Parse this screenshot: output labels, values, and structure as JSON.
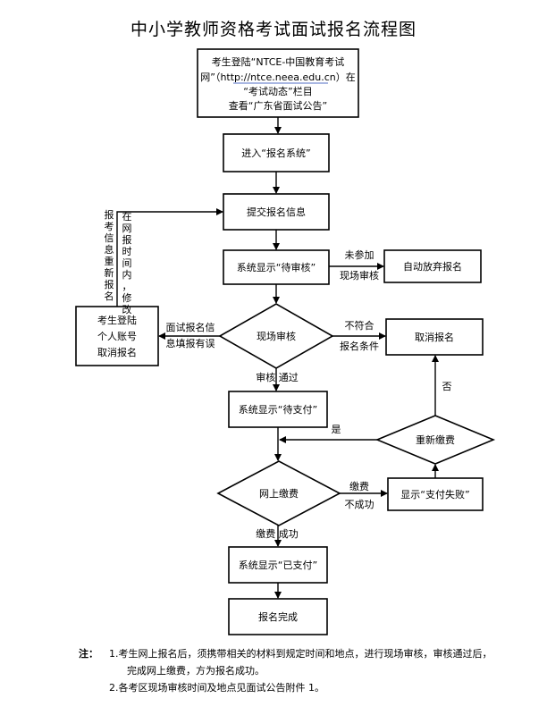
{
  "title": "中小学教师资格考试面试报名流程图",
  "nodes": {
    "login_portal": [
      "考生登陆“NTCE-中国教育考试",
      "网”（http://ntce.neea.edu.cn）在",
      "“考试动态”栏目",
      "查看“广东省面试公告”"
    ],
    "portal_url": "http://ntce.neea.edu.cn",
    "enter_system": "进入“报名系统”",
    "submit_info": "提交报名信息",
    "pending_review": "系统显示“待审核”",
    "auto_abandon": "自动放弃报名",
    "site_review": "现场审核",
    "cancel_reg": "取消报名",
    "cancel_account": [
      "考生登陆",
      "个人账号",
      "取消报名"
    ],
    "pending_pay": "系统显示“待支付”",
    "repay": "重新缴费",
    "online_pay": "网上缴费",
    "pay_fail": "显示“支付失败”",
    "paid": "系统显示“已支付”",
    "done": "报名完成"
  },
  "edges": {
    "not_attend": [
      "未参加",
      "现场审核"
    ],
    "not_qualify": [
      "不符合",
      "报名条件"
    ],
    "info_error": [
      "面试报名信",
      "息填报有误"
    ],
    "review_pass": "审核  通过",
    "retry_yes": "是",
    "retry_no": "否",
    "pay_failed": [
      "缴费",
      "不成功"
    ],
    "pay_success": "缴费  成功",
    "modify_left": [
      "报",
      "考",
      "信",
      "息",
      "重",
      "新",
      "报",
      "名"
    ],
    "modify_right": [
      "在",
      "网",
      "报",
      "时",
      "间",
      "内",
      "，",
      "修",
      "改"
    ]
  },
  "notes": {
    "label": "注：",
    "item1_line1": "1.考生网上报名后，须携带相关的材料到规定时间和地点，进行现场审核，审核通过后，",
    "item1_line2": "完成网上缴费，方为报名成功。",
    "item2": "2.各考区现场审核时间及地点见面试公告附件 1。"
  }
}
